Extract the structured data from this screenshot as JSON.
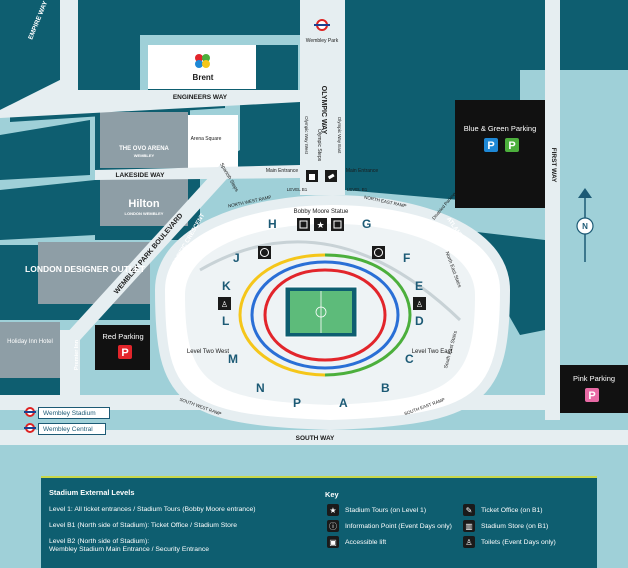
{
  "roads": {
    "empire_way": "EMPIRE WAY",
    "engineers_way": "ENGINEERS WAY",
    "lakeside_way": "LAKESIDE WAY",
    "wembley_park_boulevard": "WEMBLEY PARK BOULEVARD",
    "olympic_way": "OLYMPIC WAY",
    "first_way": "FIRST WAY",
    "south_way": "SOUTH WAY",
    "pacific_crescent": "PACIFIC CRESCENT",
    "atlantic_crescent": "ATLANTIC CRESCENT",
    "premier_inn_road": "Premier Inn",
    "north_east_stairs": "North East Stairs",
    "south_east_stairs": "South East Stairs",
    "spanish_steps": "Spanish Steps",
    "olympic_steps": "Olympic Steps",
    "olympic_way_west": "Olympic Way West",
    "olympic_way_east": "Olympic Way East",
    "north_west_ramp": "NORTH WEST RAMP",
    "north_east_ramp": "NORTH EAST RAMP",
    "south_west_ramp": "SOUTH WEST RAMP",
    "south_east_ramp": "SOUTH EAST RAMP",
    "level_b1": "LEVEL B1"
  },
  "places": {
    "brent": "Brent",
    "sse_arena": "THE OVO ARENA",
    "sse_arena_sub": "WEMBLEY",
    "arena_square": "Arena Square",
    "hilton": "Hilton",
    "hilton_sub": "LONDON WEMBLEY",
    "london_designer_outlet": "LONDON DESIGNER OUTLET",
    "holiday_inn": "Holiday Inn Hotel",
    "wembley_park": "Wembley Park",
    "bobby_moore": "Bobby Moore Statue",
    "main_entrance_left": "Main Entrance",
    "main_entrance_right": "Main Entrance",
    "disabled_parking": "Disabled Parking",
    "level_two_west": "Level Two West",
    "level_two_east": "Level Two East"
  },
  "parking": {
    "blue_green": "Blue & Green Parking",
    "red": "Red Parking",
    "pink": "Pink Parking",
    "p": "P",
    "blue_color": "#1e88d6",
    "green_color": "#4caf3c",
    "red_color": "#e2252b",
    "pink_color": "#e86aa5"
  },
  "gates": [
    "H",
    "G",
    "J",
    "F",
    "K",
    "E",
    "L",
    "D",
    "M",
    "C",
    "N",
    "P",
    "A",
    "B"
  ],
  "stations": {
    "wembley_stadium": "Wembley Stadium",
    "wembley_central": "Wembley Central"
  },
  "legend": {
    "levels_title": "Stadium External Levels",
    "level1": "Level 1: All ticket entrances / Stadium Tours (Bobby Moore entrance)",
    "levelb1": "Level B1 (North side of Stadium): Ticket Office / Stadium Store",
    "levelb2_line1": "Level B2 (North side of Stadium):",
    "levelb2_line2": "Wembley Stadium Main Entrance / Security Entrance",
    "key_title": "Key",
    "tours": "Stadium Tours (on Level 1)",
    "info": "Information Point (Event Days only)",
    "lift": "Accessible lift",
    "ticket": "Ticket Office (on B1)",
    "store": "Stadium Store (on B1)",
    "toilets": "Toilets (Event Days only)"
  },
  "colors": {
    "water": "#9fd0d8",
    "block": "#0e5e70",
    "road": "#e6eef1",
    "building": "#8e9ea6"
  }
}
